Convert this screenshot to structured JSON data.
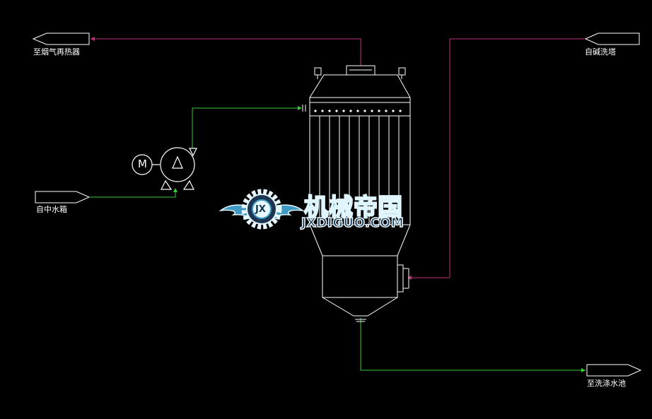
{
  "labels": {
    "flue_out": "至烟气再热器",
    "caustic_in": "自碱洗塔",
    "water_in": "自中水箱",
    "wash_out": "至洗涤水池",
    "motor": "M"
  },
  "watermark": {
    "cn": "机械帝国",
    "en": "JXDIGUO.COM",
    "emblem": "JX"
  },
  "colors": {
    "background": "#000000",
    "line_white": "#ffffff",
    "line_magenta": "#c0307a",
    "line_green": "#33cc33"
  }
}
